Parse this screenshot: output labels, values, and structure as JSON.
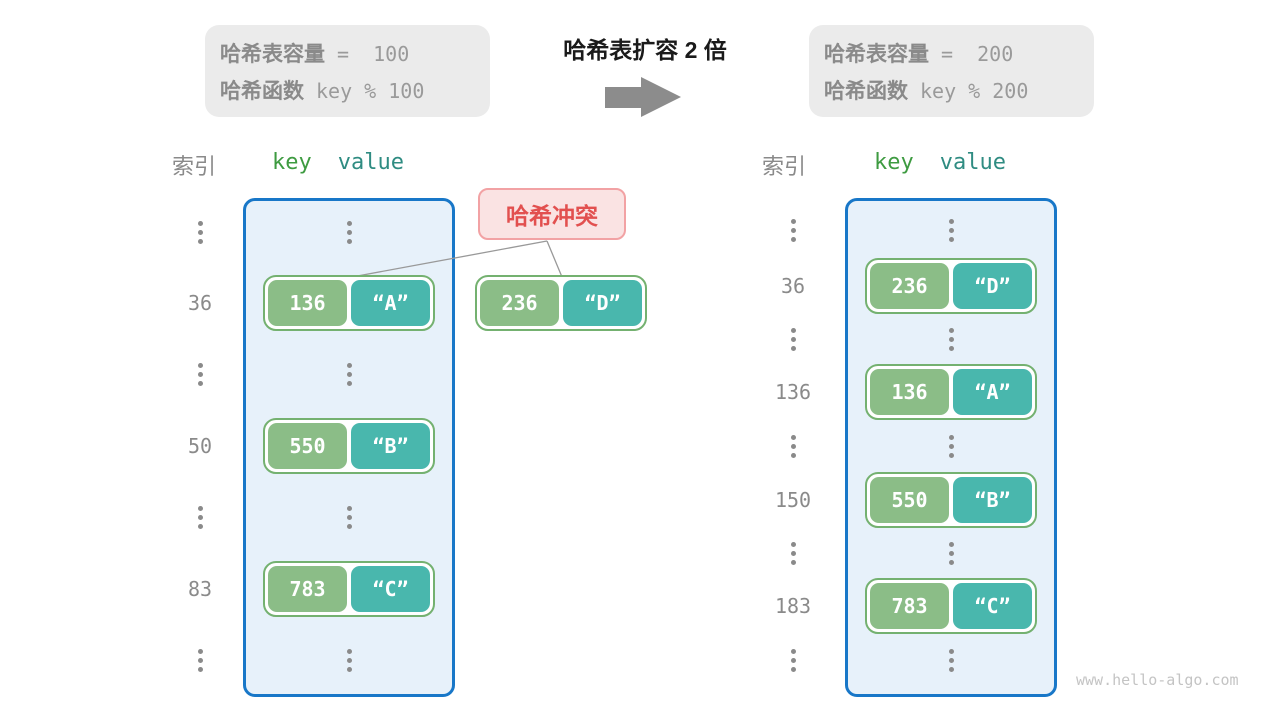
{
  "info_box_left": {
    "rows": [
      {
        "label": "哈希表容量",
        "value": "=  100"
      },
      {
        "label": "哈希函数",
        "value": "key % 100"
      }
    ]
  },
  "info_box_right": {
    "rows": [
      {
        "label": "哈希表容量",
        "value": "=  200"
      },
      {
        "label": "哈希函数",
        "value": "key % 200"
      }
    ]
  },
  "transition": {
    "title": "哈希表扩容 2 倍"
  },
  "collision": {
    "label": "哈希冲突",
    "pair": {
      "key": "236",
      "value": "“D”"
    }
  },
  "left_table": {
    "index_header": "索引",
    "key_header": "key",
    "value_header": "value",
    "rows": [
      {
        "index": "36",
        "key": "136",
        "value": "“A”"
      },
      {
        "index": "50",
        "key": "550",
        "value": "“B”"
      },
      {
        "index": "83",
        "key": "783",
        "value": "“C”"
      }
    ]
  },
  "right_table": {
    "index_header": "索引",
    "key_header": "key",
    "value_header": "value",
    "rows": [
      {
        "index": "36",
        "key": "236",
        "value": "“D”"
      },
      {
        "index": "136",
        "key": "136",
        "value": "“A”"
      },
      {
        "index": "150",
        "key": "550",
        "value": "“B”"
      },
      {
        "index": "183",
        "key": "783",
        "value": "“C”"
      }
    ]
  },
  "watermark": "www.hello-algo.com",
  "colors": {
    "table_border": "#1877C8",
    "table_bg": "#E7F1FA",
    "key_fill": "#8BBD87",
    "value_fill": "#49B7AD",
    "pair_border": "#74B170",
    "key_header_text": "#3E9B41",
    "value_header_text": "#2F8C82",
    "collision_text": "#E2504F",
    "collision_bg": "#FAE3E3",
    "collision_border": "#F2A2A4",
    "info_box_bg": "#EBEBEB",
    "gray_text": "#8A8A8A",
    "arrow": "#8C8C8C"
  }
}
